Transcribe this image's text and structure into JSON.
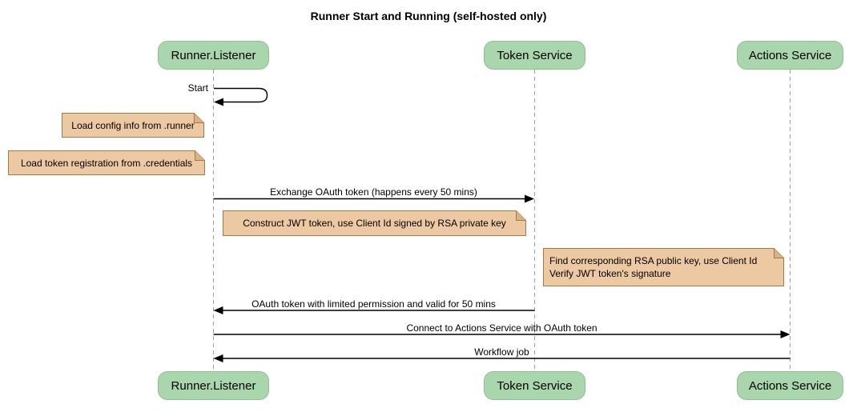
{
  "title": "Runner Start and Running (self-hosted only)",
  "participants": [
    {
      "label": "Runner.Listener"
    },
    {
      "label": "Token Service"
    },
    {
      "label": "Actions Service"
    }
  ],
  "messages": {
    "start_self": {
      "label": "Start",
      "from": "Runner.Listener",
      "to": "Runner.Listener"
    },
    "exchange": {
      "label": "Exchange OAuth token (happens every 50 mins)",
      "from": "Runner.Listener",
      "to": "Token Service",
      "direction": "right"
    },
    "oauth_return": {
      "label": "OAuth token with limited permission and valid for 50 mins",
      "from": "Token Service",
      "to": "Runner.Listener",
      "direction": "left"
    },
    "connect": {
      "label": "Connect to Actions Service with OAuth token",
      "from": "Runner.Listener",
      "to": "Actions Service",
      "direction": "right"
    },
    "workflow": {
      "label": "Workflow job",
      "from": "Actions Service",
      "to": "Runner.Listener",
      "direction": "left"
    }
  },
  "notes": [
    {
      "text": "Load config info from .runner",
      "position": "left of Runner.Listener"
    },
    {
      "text": "Load token registration from .credentials",
      "position": "left of Runner.Listener"
    },
    {
      "text": "Construct JWT token, use Client Id signed by RSA private key",
      "position": "right of Runner.Listener"
    },
    {
      "lines": [
        "Find corresponding RSA public key, use Client Id",
        "Verify JWT token's signature"
      ],
      "position": "left of Actions Service"
    }
  ],
  "colors": {
    "background": "#ffffff",
    "text": "#000000",
    "participant_fill": "#a9d6ac",
    "participant_border": "#8fbf92",
    "note_fill": "#ecc9a2",
    "note_border": "#9f7c48",
    "note_fold": "#d9b183",
    "lifeline": "#9e9e9e",
    "arrow": "#000000"
  }
}
